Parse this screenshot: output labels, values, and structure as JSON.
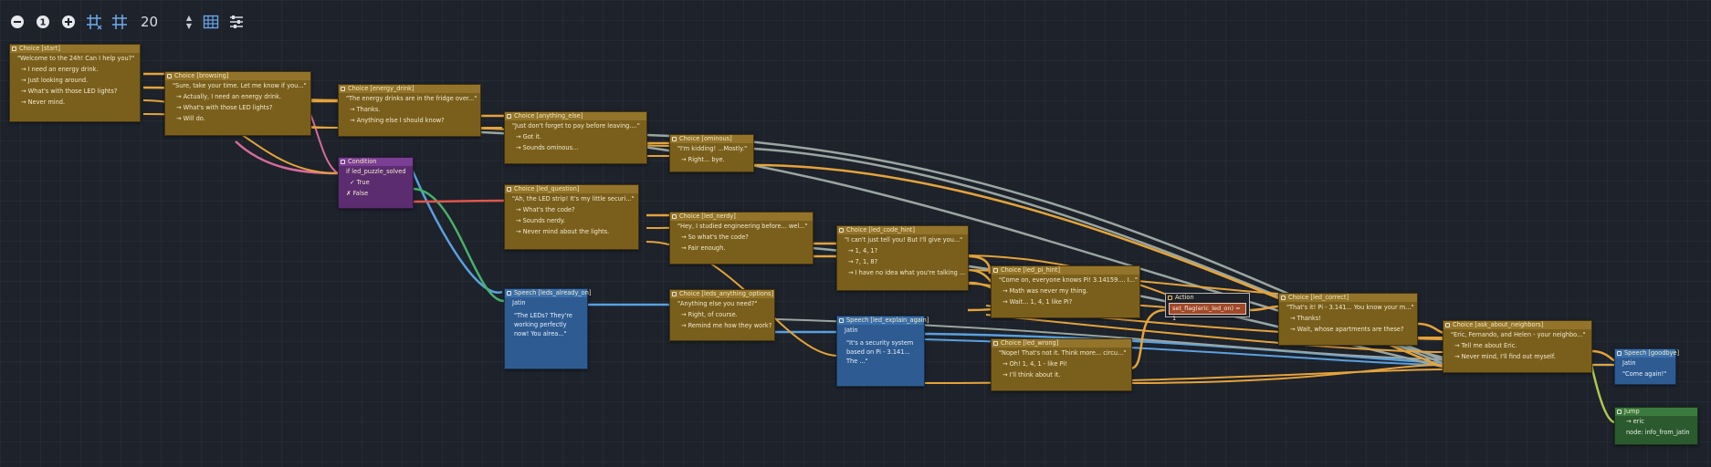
{
  "toolbar": {
    "zoom_value": "20",
    "icons": [
      "zoom-out-icon",
      "zoom-reset-icon",
      "zoom-in-icon",
      "snap-grid-icon",
      "grid-icon",
      "minimap-icon",
      "arrange-icon"
    ]
  },
  "colors": {
    "canvas": "#1d222b",
    "choice": "#7a5f1c",
    "speech": "#2e5c92",
    "condition": "#5b2c6f",
    "action": "#a04a2a",
    "jump": "#2c5a2f",
    "wire_choice": "#e5a33a",
    "wire_speech": "#5aa0e0",
    "wire_flow": "#9aa6a0",
    "wire_true": "#48b06a",
    "wire_false": "#e0574a",
    "wire_pink": "#d86a9a"
  },
  "nodes": [
    {
      "id": "start",
      "kind": "choice",
      "title": "Choice [start]",
      "text": "\"Welcome to the 24h! Can I help you?\"",
      "options": [
        "→ I need an energy drink.",
        "→ Just looking around.",
        "→ What's with those LED lights?",
        "→ Never mind."
      ]
    },
    {
      "id": "browsing",
      "kind": "choice",
      "title": "Choice [browsing]",
      "text": "\"Sure, take your time. Let me know if you...\"",
      "options": [
        "→ Actually, I need an energy drink.",
        "→ What's with those LED lights?",
        "→ Will do."
      ]
    },
    {
      "id": "energy_drink",
      "kind": "choice",
      "title": "Choice [energy_drink]",
      "text": "\"The energy drinks are in the fridge over...\"",
      "options": [
        "→ Thanks.",
        "→ Anything else I should know?"
      ]
    },
    {
      "id": "anything_else",
      "kind": "choice",
      "title": "Choice [anything_else]",
      "text": "\"Just don't forget to pay before leaving....\"",
      "options": [
        "→ Got it.",
        "→ Sounds ominous..."
      ]
    },
    {
      "id": "ominous",
      "kind": "choice",
      "title": "Choice [ominous]",
      "text": "\"I'm kidding! ...Mostly.\"",
      "options": [
        "→ Right... bye."
      ]
    },
    {
      "id": "condition",
      "kind": "condition",
      "title": "Condition",
      "text": "if led_puzzle_solved",
      "options": [
        "✓ True",
        "✗ False"
      ]
    },
    {
      "id": "led_question",
      "kind": "choice",
      "title": "Choice [led_question]",
      "text": "\"Ah, the LED strip! It's my little securi...\"",
      "options": [
        "→ What's the code?",
        "→ Sounds nerdy.",
        "→ Never mind about the lights."
      ]
    },
    {
      "id": "led_nerdy",
      "kind": "choice",
      "title": "Choice [led_nerdy]",
      "text": "\"Hey, I studied engineering before... wel...\"",
      "options": [
        "→ So what's the code?",
        "→ Fair enough."
      ]
    },
    {
      "id": "led_code_hint",
      "kind": "choice",
      "title": "Choice [led_code_hint]",
      "text": "\"I can't just tell you! But I'll give you...\"",
      "options": [
        "→ 1, 4, 1?",
        "→ 7, 1, 8?",
        "→ I have no idea what you're talking ..."
      ]
    },
    {
      "id": "led_already",
      "kind": "speech",
      "title": "Speech [leds_already_on]",
      "speaker": "Jatin",
      "text": "\"The LEDs? They're working perfectly now! You alrea...\""
    },
    {
      "id": "leds_anything",
      "kind": "choice",
      "title": "Choice [leds_anything_options]",
      "text": "\"Anything else you need?\"",
      "options": [
        "→ Right, of course.",
        "→ Remind me how they work?"
      ]
    },
    {
      "id": "led_explain",
      "kind": "speech",
      "title": "Speech [led_explain_again]",
      "speaker": "Jatin",
      "text": "\"It's a security system based on Pi - 3.141... The ...\""
    },
    {
      "id": "led_pi_hint",
      "kind": "choice",
      "title": "Choice [led_pi_hint]",
      "text": "\"Come on, everyone knows Pi! 3.14159.... I...\"",
      "options": [
        "→ Math was never my thing.",
        "→ Wait... 1, 4, 1 like Pi?"
      ]
    },
    {
      "id": "led_wrong",
      "kind": "choice",
      "title": "Choice [led_wrong]",
      "text": "\"Nope! That's not it. Think more... circu...\"",
      "options": [
        "→ Oh! 1, 4, 1 - like Pi!",
        "→ I'll think about it."
      ]
    },
    {
      "id": "action",
      "kind": "action",
      "title": "Action",
      "text": "set_flag(eric_led_on) = 1"
    },
    {
      "id": "led_correct",
      "kind": "choice",
      "title": "Choice [led_correct]",
      "text": "\"That's it! Pi - 3.141... You know your m...\"",
      "options": [
        "→ Thanks!",
        "→ Wait, whose apartments are these?"
      ]
    },
    {
      "id": "ask_neighbors",
      "kind": "choice",
      "title": "Choice [ask_about_neighbors]",
      "text": "\"Eric, Fernando, and Helen - your neighbo...\"",
      "options": [
        "→ Tell me about Eric.",
        "→ Never mind, I'll find out myself."
      ]
    },
    {
      "id": "goodbye",
      "kind": "speech",
      "title": "Speech [goodbye]",
      "speaker": "Jatin",
      "text": "\"Come again!\""
    },
    {
      "id": "jump",
      "kind": "jump",
      "title": "Jump",
      "text": "→ eric",
      "node": "node: info_from_jatin"
    }
  ]
}
